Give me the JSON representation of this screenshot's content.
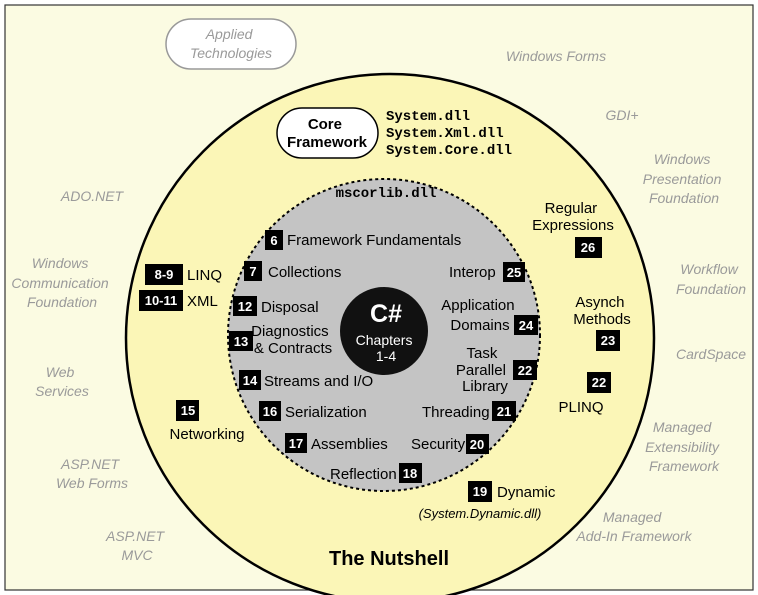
{
  "outer": {
    "applied_tech": [
      "Applied",
      "Technologies"
    ],
    "items": {
      "winforms": [
        "Windows Forms"
      ],
      "gdi": [
        "GDI+"
      ],
      "wpf": [
        "Windows",
        "Presentation",
        "Foundation"
      ],
      "wf": [
        "Workflow",
        "Foundation"
      ],
      "cardspace": [
        "CardSpace"
      ],
      "mef": [
        "Managed",
        "Extensibility",
        "Framework"
      ],
      "addin": [
        "Managed",
        "Add-In Framework"
      ],
      "adonet": [
        "ADO.NET"
      ],
      "wcf": [
        "Windows",
        "Communication",
        "Foundation"
      ],
      "websvc": [
        "Web",
        "Services"
      ],
      "aspwf": [
        "ASP.NET",
        "Web Forms"
      ],
      "aspmvc": [
        "ASP.NET",
        "MVC"
      ]
    }
  },
  "core": {
    "label": [
      "Core",
      "Framework"
    ],
    "dlls": [
      "System.dll",
      "System.Xml.dll",
      "System.Core.dll"
    ],
    "footer": "The Nutshell"
  },
  "middle": {
    "regex": {
      "label": [
        "Regular",
        "Expressions"
      ],
      "num": "26"
    },
    "linq": {
      "label": "LINQ",
      "num": "8-9"
    },
    "xml": {
      "label": "XML",
      "num": "10-11"
    },
    "async": {
      "label": [
        "Asynch",
        "Methods"
      ],
      "num": "23"
    },
    "plinq": {
      "label": "PLINQ",
      "num": "22"
    },
    "networking": {
      "label": "Networking",
      "num": "15"
    },
    "dynamic": {
      "label": "Dynamic",
      "num": "19",
      "sub": "(System.Dynamic.dll)"
    }
  },
  "inner": {
    "dll": "mscorlib.dll",
    "fundamentals": {
      "label": "Framework Fundamentals",
      "num": "6"
    },
    "collections": {
      "label": "Collections",
      "num": "7"
    },
    "disposal": {
      "label": "Disposal",
      "num": "12"
    },
    "diagnostics": {
      "label": [
        "Diagnostics",
        "& Contracts"
      ],
      "num": "13"
    },
    "streams": {
      "label": "Streams and I/O",
      "num": "14"
    },
    "serialization": {
      "label": "Serialization",
      "num": "16"
    },
    "assemblies": {
      "label": "Assemblies",
      "num": "17"
    },
    "reflection": {
      "label": "Reflection",
      "num": "18"
    },
    "interop": {
      "label": "Interop",
      "num": "25"
    },
    "appdomains": {
      "label": [
        "Application",
        "Domains"
      ],
      "num": "24"
    },
    "tpl": {
      "label": [
        "Task",
        "Parallel",
        "Library"
      ],
      "num": "22"
    },
    "threading": {
      "label": "Threading",
      "num": "21"
    },
    "security": {
      "label": "Security",
      "num": "20"
    }
  },
  "center": {
    "title": "C#",
    "sub": [
      "Chapters",
      "1-4"
    ]
  }
}
